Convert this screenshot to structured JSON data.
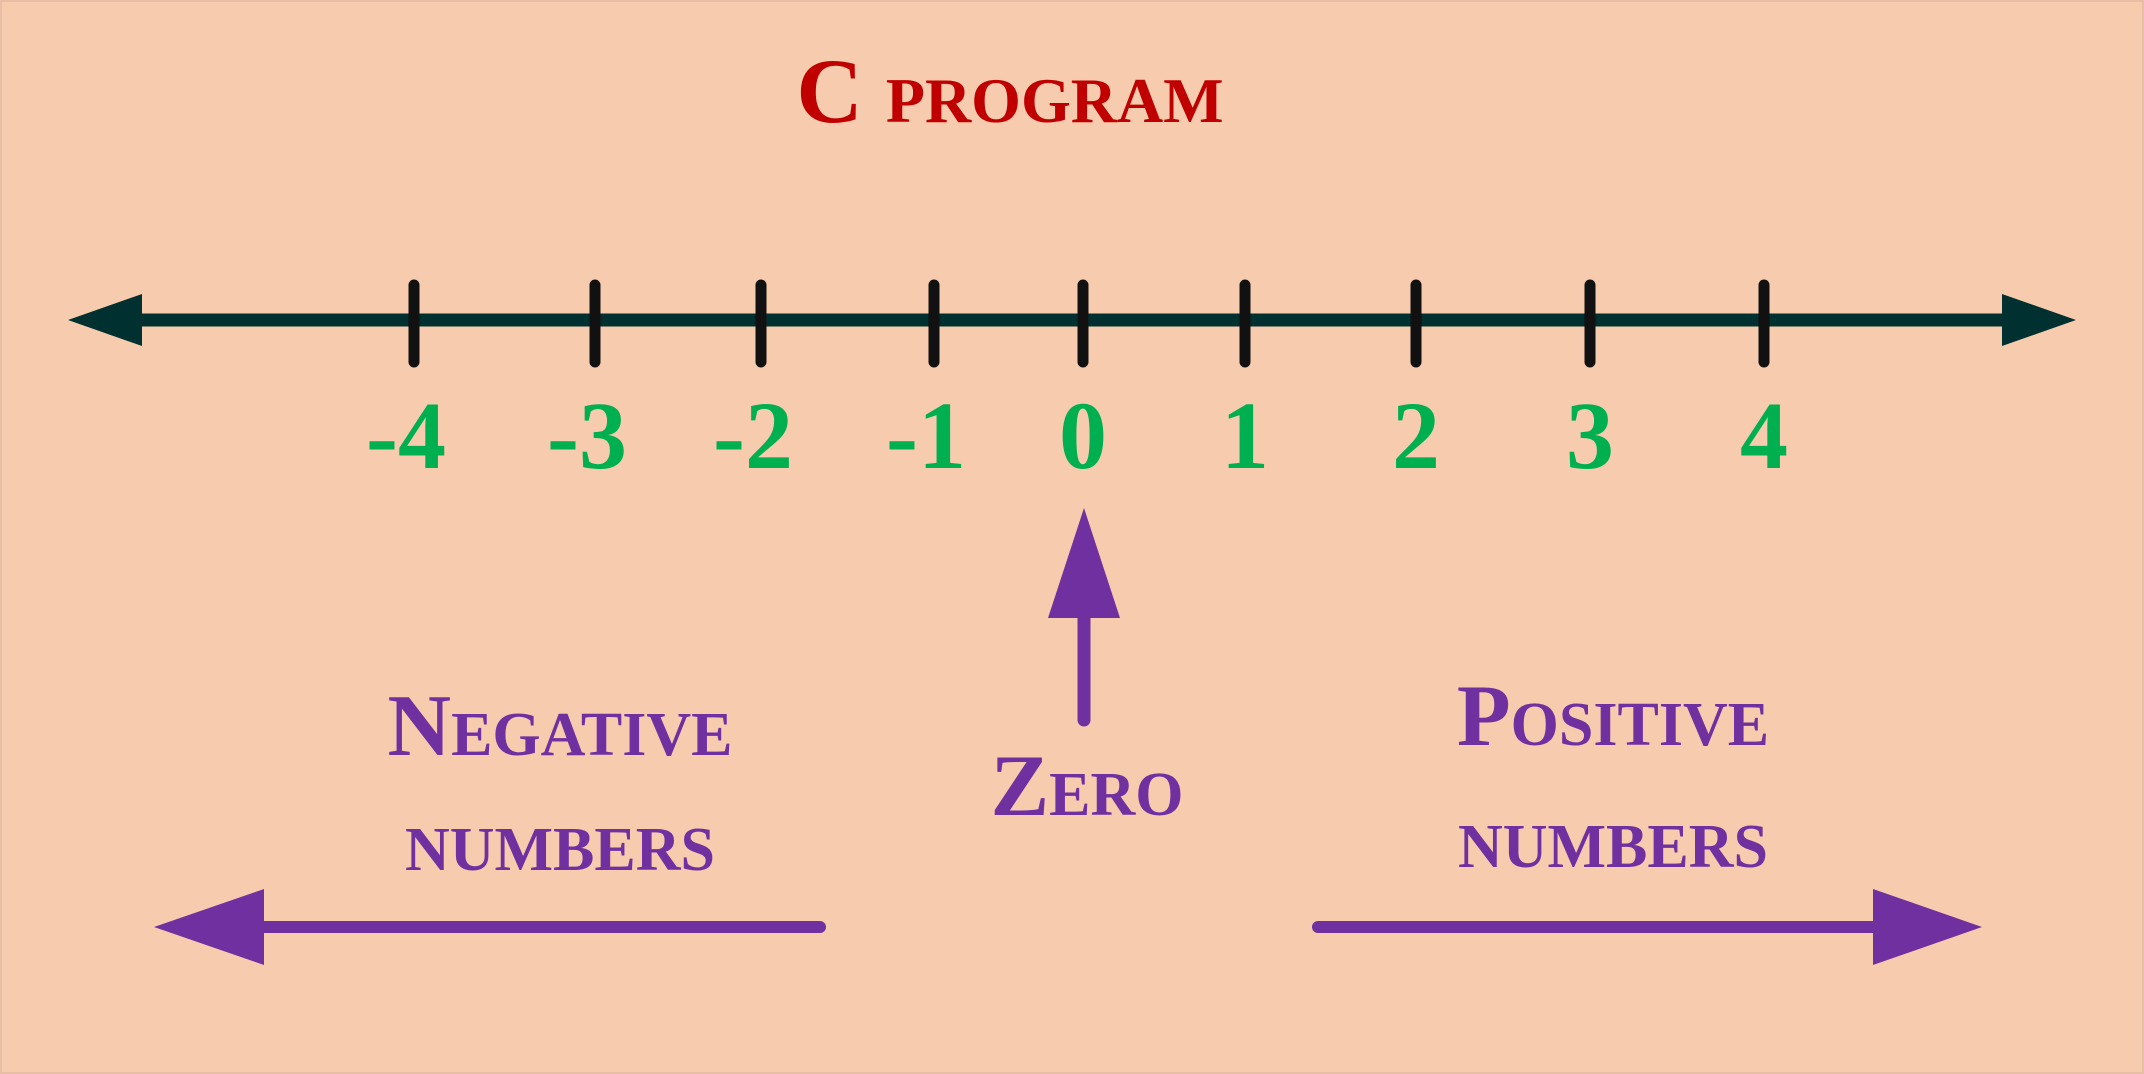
{
  "title": "C program",
  "number_line": {
    "ticks": [
      "-4",
      "-3",
      "-2",
      "-1",
      "0",
      "1",
      "2",
      "3",
      "4"
    ]
  },
  "labels": {
    "negative_line1": "Negative",
    "negative_line2": "numbers",
    "zero": "Zero",
    "positive_line1": "Positive",
    "positive_line2": "numbers"
  },
  "colors": {
    "background": "#f7cbae",
    "title": "#c00000",
    "axis": "#003030",
    "tick": "#111111",
    "tick_label": "#00b050",
    "annotation": "#7030a0"
  }
}
